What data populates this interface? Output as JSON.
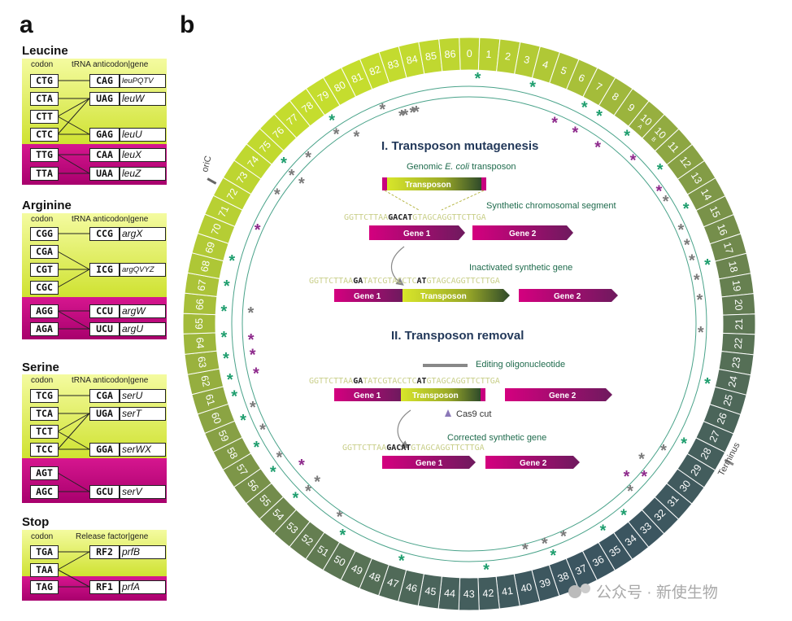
{
  "panel_a": {
    "letter": "a",
    "header": {
      "codon": "codon",
      "trna": "tRNA anticodon|gene",
      "rf": "Release factor|gene"
    },
    "leucine": {
      "title": "Leucine",
      "codons": [
        "CTG",
        "CTA",
        "CTT",
        "CTC"
      ],
      "anticodons": [
        "CAG",
        "UAG",
        "GAG"
      ],
      "genes": [
        "leuPQTV",
        "leuW",
        "leuU"
      ],
      "mag_codons": [
        "TTG",
        "TTA"
      ],
      "mag_anticodons": [
        "CAA",
        "UAA"
      ],
      "mag_genes": [
        "leuX",
        "leuZ"
      ]
    },
    "arginine": {
      "title": "Arginine",
      "codons": [
        "CGG",
        "CGA",
        "CGT",
        "CGC"
      ],
      "anticodons": [
        "CCG",
        "ICG"
      ],
      "genes": [
        "argX",
        "argQVYZ"
      ],
      "mag_codons": [
        "AGG",
        "AGA"
      ],
      "mag_anticodons": [
        "CCU",
        "UCU"
      ],
      "mag_genes": [
        "argW",
        "argU"
      ]
    },
    "serine": {
      "title": "Serine",
      "codons": [
        "TCG",
        "TCA",
        "TCT",
        "TCC"
      ],
      "anticodons": [
        "CGA",
        "UGA",
        "GGA"
      ],
      "genes": [
        "serU",
        "serT",
        "serWX"
      ],
      "mag_codons": [
        "AGT",
        "AGC"
      ],
      "mag_anticodons": [
        "GCU"
      ],
      "mag_genes": [
        "serV"
      ]
    },
    "stop": {
      "title": "Stop",
      "codons": [
        "TGA",
        "TAA"
      ],
      "factors": [
        "RF2"
      ],
      "genes": [
        "prfB"
      ],
      "mag_codons": [
        "TAG"
      ],
      "mag_factors": [
        "RF1"
      ],
      "mag_genes": [
        "prfA"
      ]
    }
  },
  "panel_b": {
    "letter": "b",
    "oric_label": "oriC",
    "terminus_label": "Terminus",
    "segments": [
      "0",
      "1",
      "2",
      "3",
      "4",
      "5",
      "6",
      "7",
      "8",
      "9",
      "10",
      "10",
      "11",
      "12",
      "13",
      "14",
      "15",
      "16",
      "17",
      "18",
      "19",
      "20",
      "21",
      "22",
      "23",
      "24",
      "25",
      "26",
      "27",
      "28",
      "29",
      "30",
      "31",
      "32",
      "33",
      "34",
      "35",
      "36",
      "37",
      "38",
      "39",
      "40",
      "41",
      "42",
      "43",
      "44",
      "45",
      "46",
      "47",
      "48",
      "49",
      "50",
      "51",
      "52",
      "53",
      "54",
      "55",
      "56",
      "57",
      "58",
      "59",
      "60",
      "61",
      "62",
      "63",
      "64",
      "65",
      "66",
      "67",
      "68",
      "69",
      "70",
      "71",
      "72",
      "73",
      "74",
      "75",
      "76",
      "77",
      "78",
      "79",
      "80",
      "81",
      "82",
      "83",
      "84",
      "85",
      "86"
    ],
    "segment_subs": {
      "10": "A",
      "11": "B"
    },
    "star_glyph": "*",
    "colors": {
      "green_star": "#1e9e6e",
      "purple_star": "#8e2a8c",
      "grey_star": "#7a7a7a",
      "magenta": "#c8007f",
      "lime": "#c8de2a",
      "dark_ring": "#3c5a5a"
    },
    "section1_title": "I. Transposon mutagenesis",
    "genomic_label_pre": "Genomic ",
    "genomic_label_em": "E. coli",
    "genomic_label_post": " transposon",
    "transposon_label": "Transposon",
    "synthetic_label": "Synthetic chromosomal segment",
    "seq1_pre": "GGTTCTTAA",
    "seq1_bold": "GACAT",
    "seq1_post": "GTAGCAGGTTCTTGA",
    "gene1": "Gene 1",
    "gene2": "Gene 2",
    "inactivated_label": "Inactivated synthetic gene",
    "seq2_pre": "GGTTCTTAA",
    "seq2_b1": "GA",
    "seq2_mid": "TATCGTACCTC",
    "seq2_b2": "AT",
    "seq2_post": "GTAGCAGGTTCTTGA",
    "section2_title": "II. Transposon removal",
    "editing_label": "Editing oligonucleotide",
    "cas9_label": "Cas9 cut",
    "corrected_label": "Corrected synthetic gene",
    "seq3_pre": "GGTTCTTAA",
    "seq3_bold": "GACAT",
    "seq3_post": "GTAGCAGGTTCTTGA",
    "watermark": "公众号 · 新使生物"
  }
}
